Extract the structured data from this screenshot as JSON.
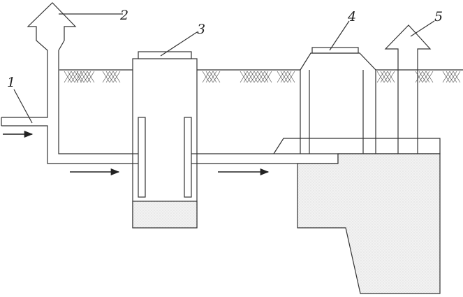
{
  "callouts": [
    {
      "id": "1",
      "label": "1"
    },
    {
      "id": "2",
      "label": "2"
    },
    {
      "id": "3",
      "label": "3"
    },
    {
      "id": "4",
      "label": "4"
    },
    {
      "id": "5",
      "label": "5"
    }
  ],
  "flow_arrows": 3,
  "ground_marks": 10
}
